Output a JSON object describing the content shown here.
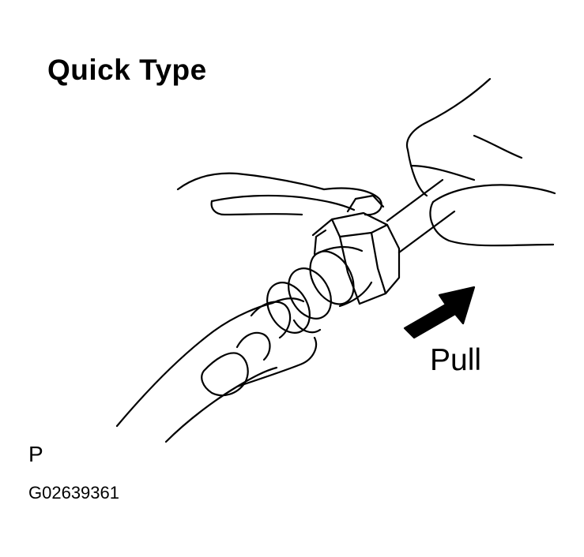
{
  "diagram": {
    "title": "Quick Type",
    "action_label": "Pull",
    "view_marker": "P",
    "figure_code": "G02639361"
  }
}
